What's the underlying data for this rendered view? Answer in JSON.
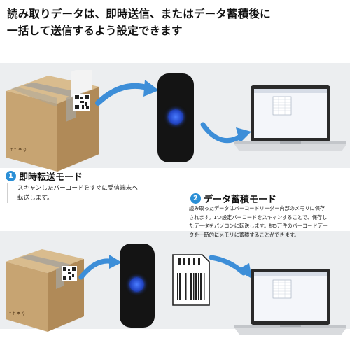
{
  "headline": {
    "line1": "読み取りデータは、即時送信、またはデータ蓄積後に",
    "line2": "一括して送信するよう設定できます"
  },
  "mode1": {
    "number": "1",
    "title": "即時転送モード",
    "desc_line1": "スキャンしたバーコードをすぐに受信端末へ",
    "desc_line2": "転送します。"
  },
  "mode2": {
    "number": "2",
    "title": "データ蓄積モード",
    "desc_line1": "読み取ったデータはバーコードリーダー内部のメモリに保存",
    "desc_line2": "されます。1つ設定バーコードをスキャンすることで、保存し",
    "desc_line3": "たデータをパソコンに転送します。約5万件のバーコードデー",
    "desc_line4": "タを一時的にメモリに蓄積することができます。"
  },
  "colors": {
    "accent_blue": "#2b8fd6",
    "arrow_blue": "#3d8ed8",
    "cardboard": "#c9a877",
    "scanner_body": "#141414",
    "band_gray": "#eceef0"
  },
  "icons": {
    "memory": "sd-card-icon",
    "scanner": "barcode-scanner-icon",
    "laptop": "laptop-icon",
    "package": "package-box-icon"
  }
}
